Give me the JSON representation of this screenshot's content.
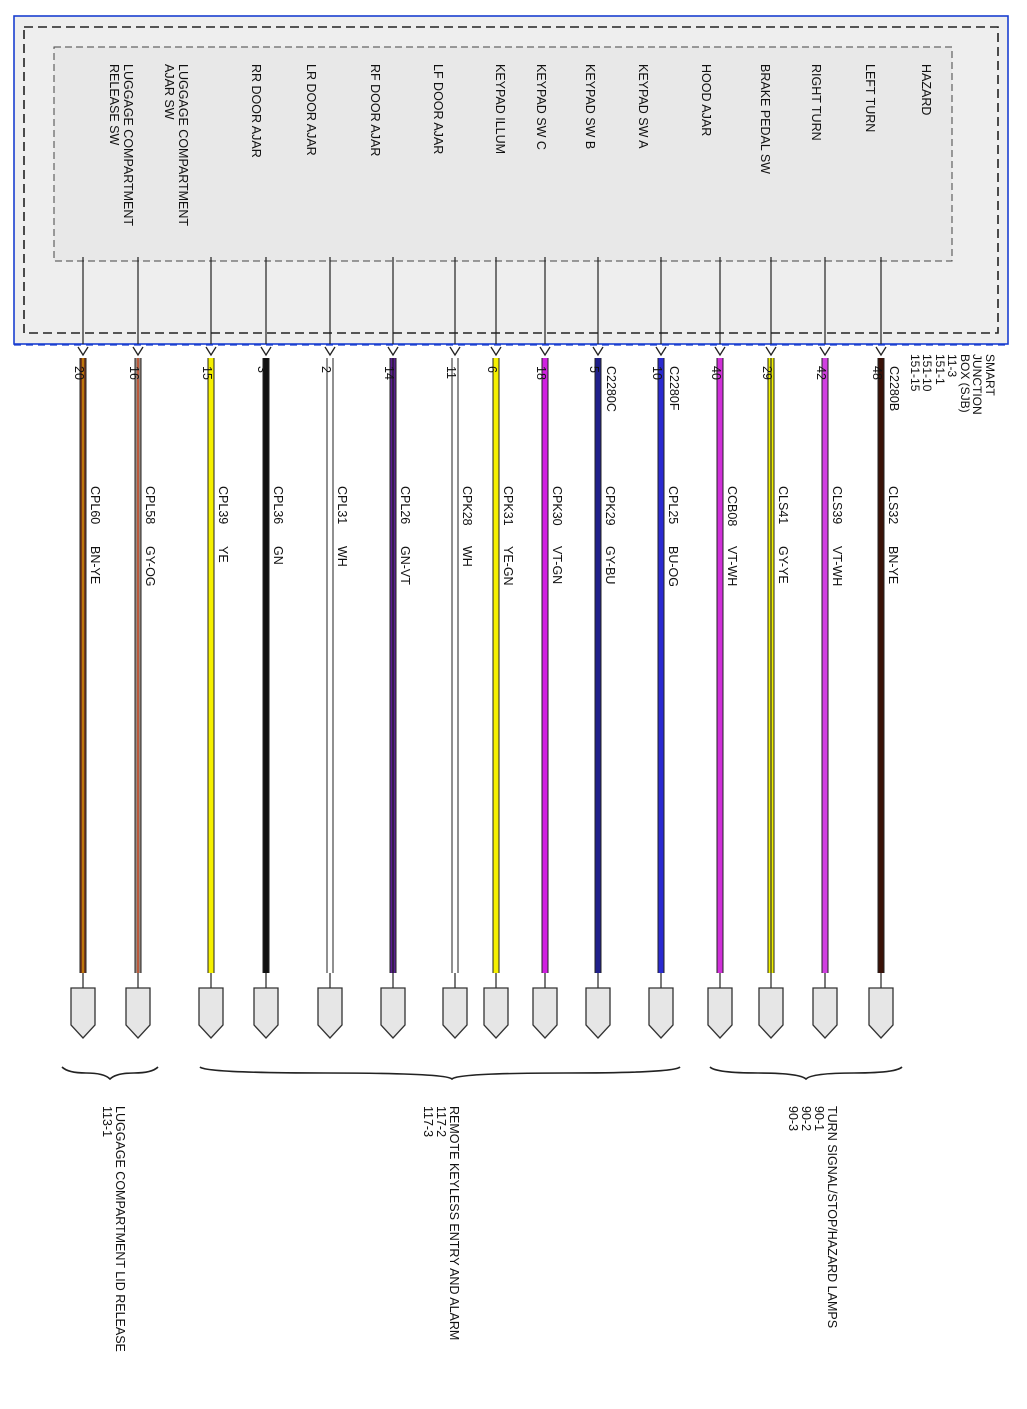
{
  "module": {
    "title_lines": [
      "SMART",
      "JUNCTION",
      "BOX (SJB)",
      "11-3",
      "151-1",
      "151-10",
      "151-15"
    ]
  },
  "circuits": [
    {
      "function": "LUGGAGE COMPARTMENT\nRELEASE SW",
      "pin": "20",
      "connector": "",
      "circuit": "CPL60",
      "color_code": "BN-YE",
      "wire_main": "#7a3a1a",
      "wire_stripe": "#e8a000"
    },
    {
      "function": "LUGGAGE COMPARTMENT\nAJAR SW",
      "pin": "16",
      "connector": "",
      "circuit": "CPL58",
      "color_code": "GY-OG",
      "wire_main": "#9a8a80",
      "wire_stripe": "#d03a10"
    },
    {
      "function": "RR DOOR AJAR",
      "pin": "15",
      "connector": "",
      "circuit": "CPL39",
      "color_code": "YE",
      "wire_main": "#f5f000",
      "wire_stripe": ""
    },
    {
      "function": "LR DOOR AJAR",
      "pin": "3",
      "connector": "",
      "circuit": "CPL36",
      "color_code": "GN",
      "wire_main": "#101010",
      "wire_stripe": ""
    },
    {
      "function": "RF DOOR AJAR",
      "pin": "2",
      "connector": "",
      "circuit": "CPL31",
      "color_code": "WH",
      "wire_main": "#ffffff",
      "wire_stripe": ""
    },
    {
      "function": "LF DOOR AJAR",
      "pin": "14",
      "connector": "",
      "circuit": "CPL26",
      "color_code": "GN-VT",
      "wire_main": "#5a2090",
      "wire_stripe": "#1a1a1a"
    },
    {
      "function": "KEYPAD ILLUM",
      "pin": "11",
      "connector": "",
      "circuit": "CPK28",
      "color_code": "WH",
      "wire_main": "#ffffff",
      "wire_stripe": ""
    },
    {
      "function": "KEYPAD SW C",
      "pin": "6",
      "connector": "",
      "circuit": "CPK31",
      "color_code": "YE-GN",
      "wire_main": "#f5f000",
      "wire_stripe": ""
    },
    {
      "function": "KEYPAD SW B",
      "pin": "18",
      "connector": "",
      "circuit": "CPK30",
      "color_code": "VT-GN",
      "wire_main": "#d020e0",
      "wire_stripe": ""
    },
    {
      "function": "KEYPAD SW A",
      "pin": "5",
      "connector": "C2280C",
      "circuit": "CPK29",
      "color_code": "GY-BU",
      "wire_main": "#20208a",
      "wire_stripe": ""
    },
    {
      "function": "HOOD AJAR",
      "pin": "10",
      "connector": "C2280F",
      "circuit": "CPL25",
      "color_code": "BU-OG",
      "wire_main": "#2a2ad0",
      "wire_stripe": ""
    },
    {
      "function": "BRAKE PEDAL SW",
      "pin": "40",
      "connector": "",
      "circuit": "CCB08",
      "color_code": "VT-WH",
      "wire_main": "#d030d8",
      "wire_stripe": ""
    },
    {
      "function": "RIGHT TURN",
      "pin": "29",
      "connector": "",
      "circuit": "CLS41",
      "color_code": "GY-YE",
      "wire_main": "#f0f000",
      "wire_stripe": "#303030"
    },
    {
      "function": "LEFT TURN",
      "pin": "42",
      "connector": "",
      "circuit": "CLS39",
      "color_code": "VT-WH",
      "wire_main": "#d040e0",
      "wire_stripe": ""
    },
    {
      "function": "HAZARD",
      "pin": "48",
      "connector": "C2280B",
      "circuit": "CLS32",
      "color_code": "BN-YE",
      "wire_main": "#3a1208",
      "wire_stripe": ""
    }
  ],
  "destination_groups": [
    {
      "lines": [
        "LUGGAGE COMPARTMENT LID RELEASE",
        "113-1"
      ]
    },
    {
      "lines": [
        "REMOTE KEYLESS ENTRY AND ALARM",
        "117-2",
        "117-3"
      ]
    },
    {
      "lines": [
        "TURN SIGNAL/STOP/HAZARD LAMPS",
        "90-1",
        "90-2",
        "90-3"
      ]
    }
  ],
  "colors": {
    "module_border": "#1a3fd0",
    "module_fill": "#eeeeee",
    "inner_fill": "#e8e8e8",
    "connector_fill": "#e6e6e6"
  }
}
